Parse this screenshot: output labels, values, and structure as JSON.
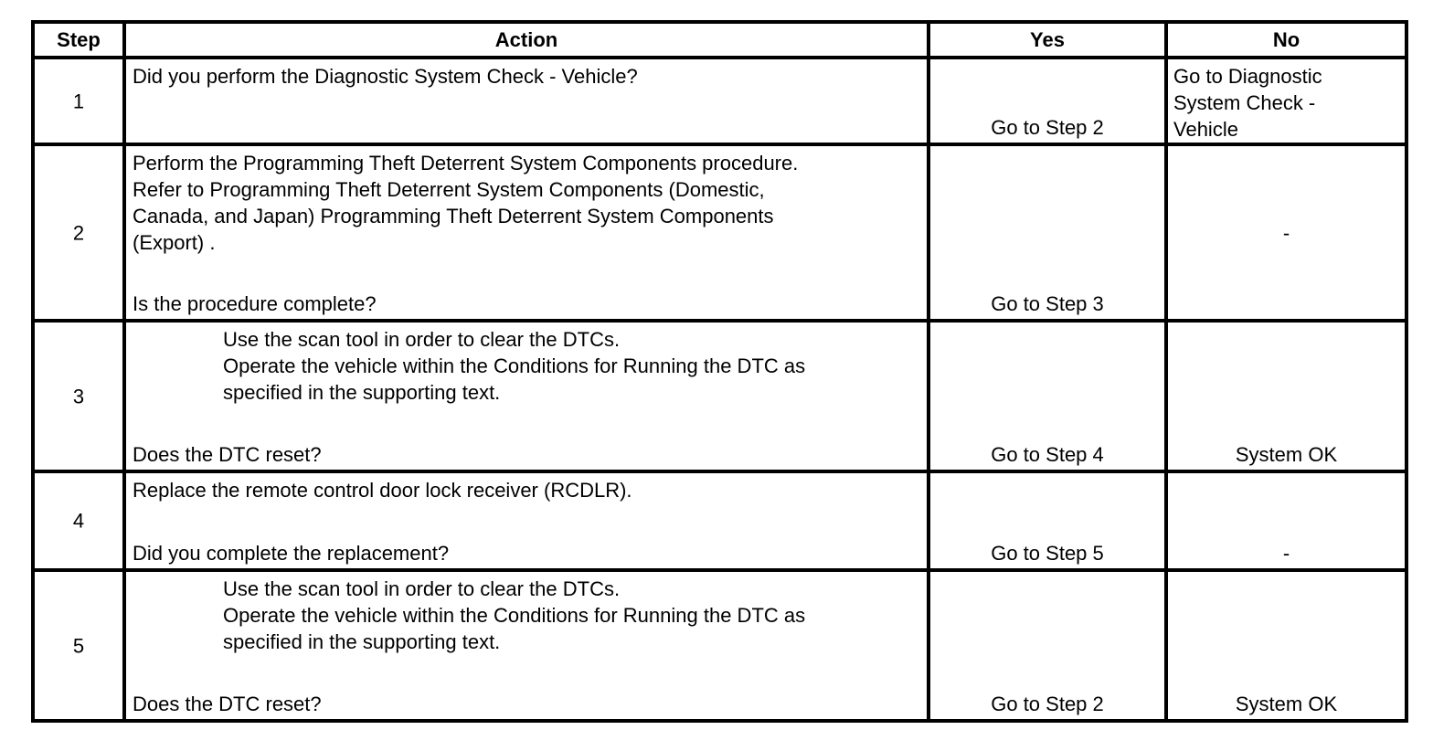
{
  "headers": {
    "step": "Step",
    "action": "Action",
    "yes": "Yes",
    "no": "No"
  },
  "rows": [
    {
      "step": "1",
      "action_lines": [
        "Did you perform the Diagnostic System Check - Vehicle?"
      ],
      "action_question": "",
      "yes": "Go to Step 2",
      "no_lines": [
        "Go to Diagnostic",
        "System Check -",
        "Vehicle"
      ]
    },
    {
      "step": "2",
      "action_lines": [
        "Perform the Programming Theft Deterrent System Components procedure.",
        "Refer to Programming Theft Deterrent System Components (Domestic,",
        "Canada, and Japan) Programming Theft Deterrent System Components",
        "(Export) ."
      ],
      "action_question": "Is the procedure complete?",
      "yes": "Go to Step 3",
      "no": "-"
    },
    {
      "step": "3",
      "action_lines": [
        "Use the scan tool in order to clear the DTCs.",
        "Operate the vehicle within the Conditions for Running the DTC as",
        "specified in the supporting text."
      ],
      "action_question": "Does the DTC reset?",
      "yes": "Go to Step 4",
      "no": "System OK"
    },
    {
      "step": "4",
      "action_lines": [
        "Replace the remote control door lock receiver (RCDLR)."
      ],
      "action_question": "Did you complete the replacement?",
      "yes": "Go to Step 5",
      "no": "-"
    },
    {
      "step": "5",
      "action_lines": [
        "Use the scan tool in order to clear the DTCs.",
        "Operate the vehicle within the Conditions for Running the DTC as",
        "specified in the supporting text."
      ],
      "action_question": "Does the DTC reset?",
      "yes": "Go to Step 2",
      "no": "System OK"
    }
  ]
}
